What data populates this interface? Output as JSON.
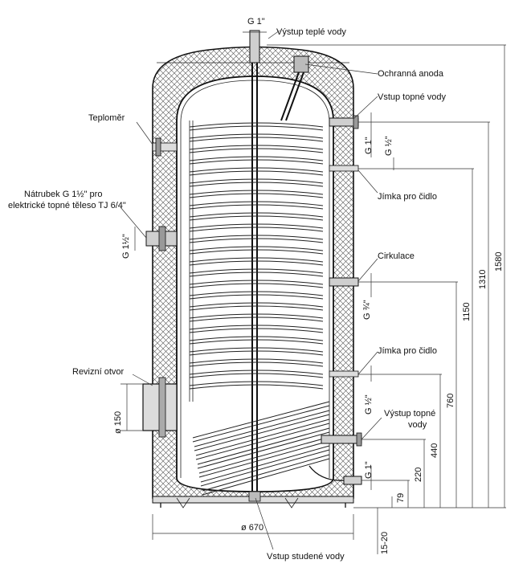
{
  "labels": {
    "g1_top": "G 1\"",
    "vystup_teple_vody": "Výstup teplé vody",
    "ochranna_anoda": "Ochranná anoda",
    "vstup_topne_vody": "Vstup topné vody",
    "teplomer": "Teploměr",
    "natrubek_line1": "Nátrubek G 1½\" pro",
    "natrubek_line2": "elektrické topné těleso TJ 6/4\"",
    "jimka_pro_cidlo_1": "Jímka pro čidlo",
    "cirkulace": "Cirkulace",
    "jimka_pro_cidlo_2": "Jímka pro čidlo",
    "revizni_otvor": "Revizní otvor",
    "vystup_topne_line1": "Výstup topné",
    "vystup_topne_line2": "vody",
    "vstup_studene_vody": "Vstup studené vody"
  },
  "thread_labels": {
    "g1_upper": "G 1\"",
    "g_half_upper": "G ½\"",
    "g_1half_left": "G 1½\"",
    "g_3quarter": "G ¾\"",
    "g_half_lower": "G ½\"",
    "g1_lower": "G 1\""
  },
  "dimensions": {
    "d150": "ø 150",
    "d670": "ø 670",
    "h1580": "1580",
    "h1310": "1310",
    "h1150": "1150",
    "h760": "760",
    "h440": "440",
    "h220": "220",
    "h79": "79",
    "h15_20": "15-20"
  }
}
